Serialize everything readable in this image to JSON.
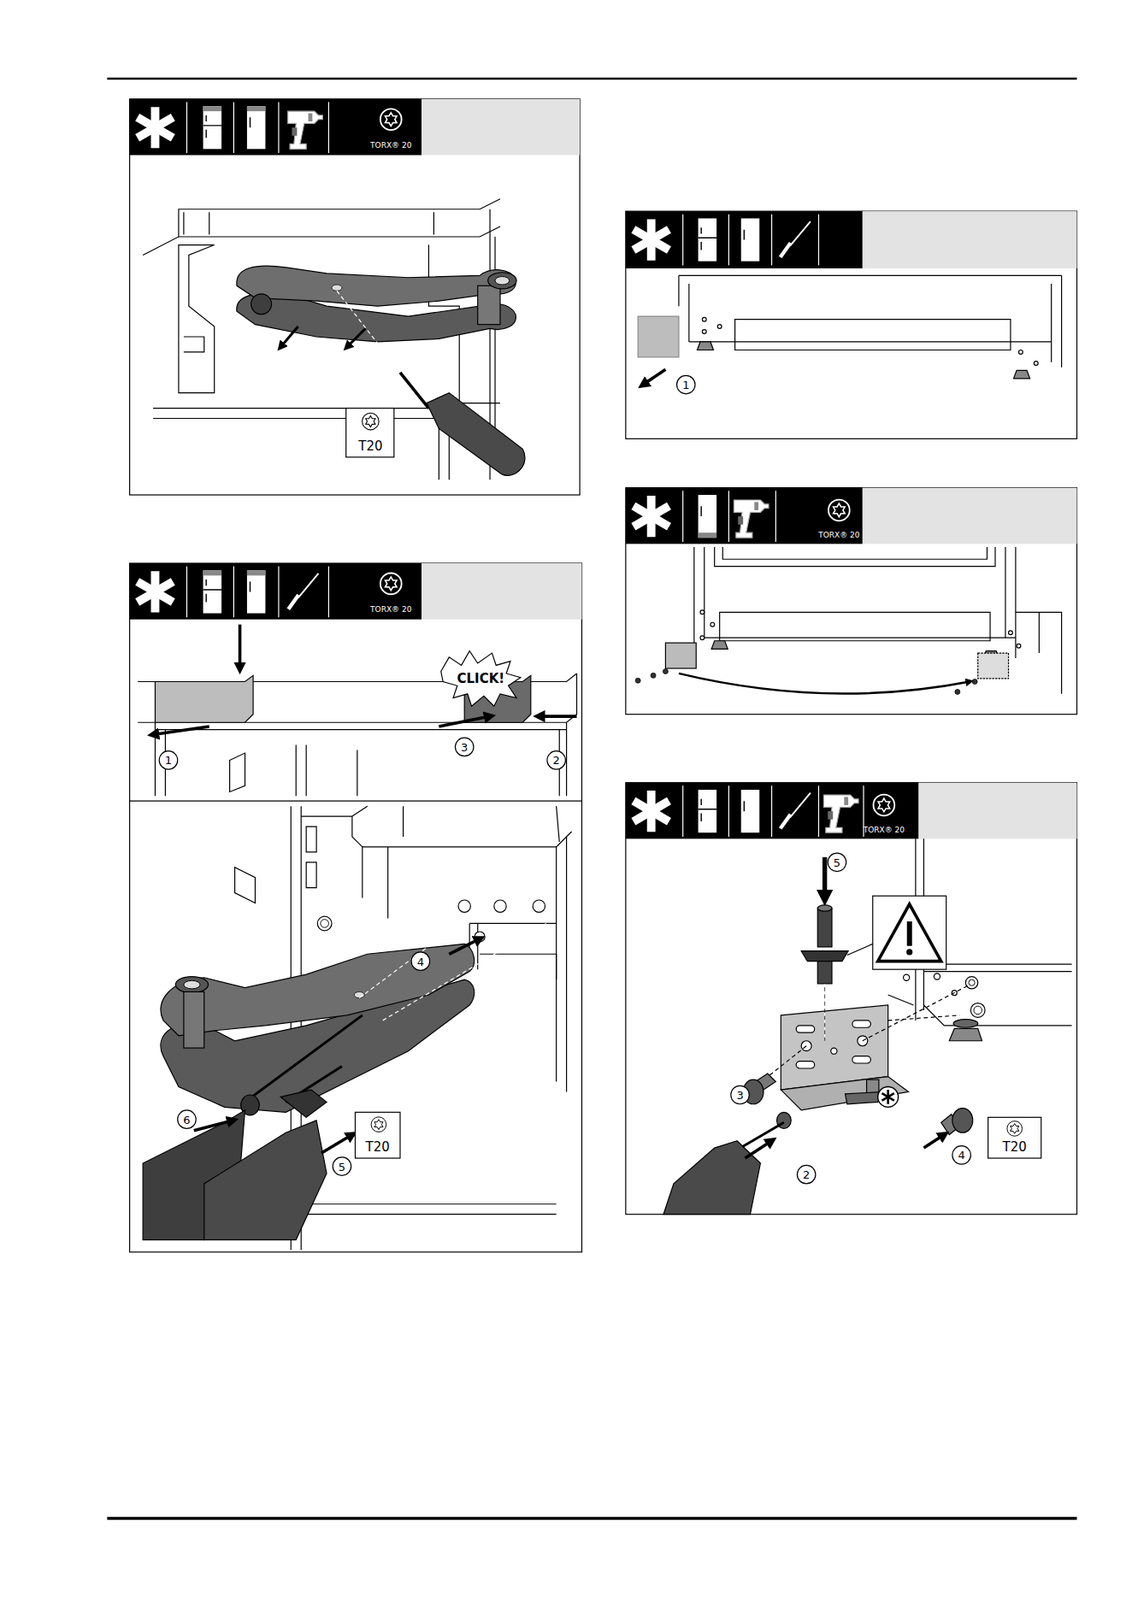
{
  "diagram": {
    "labels": [
      "TORX® 20",
      "T20",
      "TORX® 20",
      "CLICK!",
      "1",
      "2",
      "3",
      "4",
      "6",
      "T20",
      "5",
      "1",
      "TORX® 20",
      "TORX® 20",
      "5",
      "3",
      "2",
      "4",
      "T20"
    ]
  }
}
